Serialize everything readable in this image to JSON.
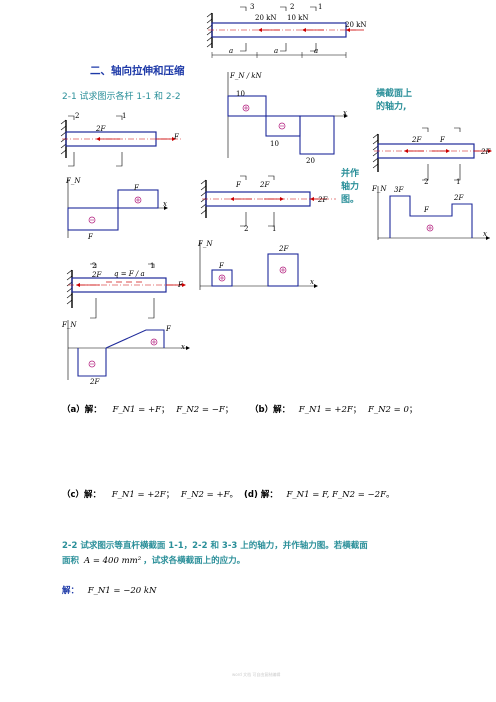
{
  "section_title": "二、轴向拉伸和压缩",
  "problem_2_1": {
    "prompt": "2-1 试求图示各杆 1-1 和 2-2",
    "prompt_cont": "横截面上",
    "prompt_cont2": "的轴力,",
    "side_note": [
      "并作",
      "轴力",
      "图。"
    ]
  },
  "top_figure": {
    "forces": [
      "20 kN",
      "10 kN",
      "20 kN"
    ],
    "sections": [
      "3",
      "2",
      "1"
    ],
    "lengths": [
      "a",
      "a",
      "a"
    ],
    "axis_label": "F_N / kN",
    "diagram_values": [
      "10",
      "10",
      "20"
    ],
    "x_label": "x"
  },
  "fig_a": {
    "forces": [
      "2F",
      "F"
    ],
    "sections": [
      "2",
      "1"
    ],
    "axis_label": "F_N",
    "diagram_values": [
      "F",
      "F"
    ],
    "x_label": "x"
  },
  "fig_b": {
    "forces": [
      "F",
      "2F",
      "2F"
    ],
    "sections": [
      "2",
      "1"
    ],
    "axis_label": "F_N",
    "diagram_values": [
      "F",
      "2F"
    ],
    "x_label": "x"
  },
  "fig_c": {
    "forces": [
      "2F",
      "q = F / a",
      "F"
    ],
    "sections": [
      "2",
      "1"
    ],
    "axis_label": "F_N",
    "diagram_values": [
      "F",
      "2F"
    ],
    "x_label": "x"
  },
  "fig_d": {
    "forces": [
      "2F",
      "F",
      "2F"
    ],
    "sections": [
      "2",
      "1"
    ],
    "axis_label": "F_N",
    "diagram_values": [
      "3F",
      "F",
      "2F"
    ],
    "x_label": "x"
  },
  "answers": {
    "a_label": "（a）解：",
    "a_eq1": "F_N1 = +F",
    "a_eq2": "F_N2 = −F",
    "b_label": "（b）解：",
    "b_eq1": "F_N1 = +2F",
    "b_eq2": "F_N2 = 0",
    "c_label": "（c）解：",
    "c_eq1": "F_N1 = +2F",
    "c_eq2": "F_N2 = +F",
    "d_label": "(d) 解：",
    "d_eq": "F_N1 = F, F_N2 = −2F",
    "sep": "；",
    "end": "。"
  },
  "problem_2_2": {
    "line1": "2-2 试求图示等直杆横截面 1-1，2-2 和 3-3 上的轴力，并作轴力图。若横截面",
    "line2_pre": "面积",
    "line2_math": "A = 400 mm²",
    "line2_post": "，试求各横截面上的应力。",
    "solve_label": "解：",
    "solve_eq": "F_N1 = −20 kN"
  },
  "footer": "word 文档 可自由复制编辑"
}
